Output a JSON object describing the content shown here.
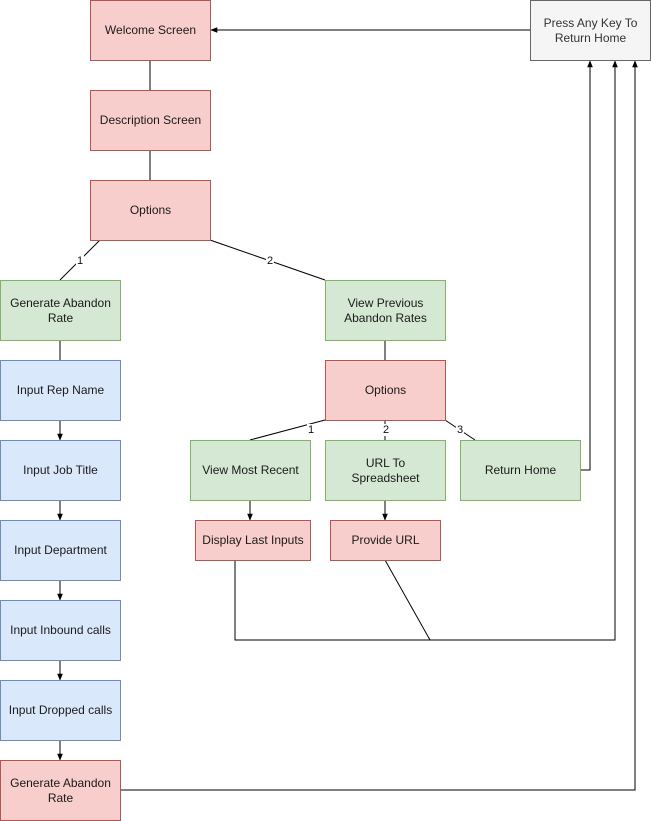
{
  "nodes": {
    "welcome": "Welcome Screen",
    "description": "Description Screen",
    "options_main": "Options",
    "generate_rate": "Generate Abandon Rate",
    "view_previous": "View Previous Abandon Rates",
    "input_rep": "Input Rep Name",
    "input_job": "Input Job Title",
    "input_dept": "Input Department",
    "input_inbound": "Input Inbound calls",
    "input_dropped": "Input Dropped calls",
    "generate_rate_final": "Generate Abandon Rate",
    "options_sub": "Options",
    "view_recent": "View Most Recent",
    "url_sheet": "URL To Spreadsheet",
    "return_home": "Return Home",
    "display_last": "Display Last Inputs",
    "provide_url": "Provide URL",
    "press_key": "Press Any Key To Return Home"
  },
  "edge_labels": {
    "opt1": "1",
    "opt2": "2",
    "sub1": "1",
    "sub2": "2",
    "sub3": "3"
  },
  "colors": {
    "red_fill": "#f8cecc",
    "red_stroke": "#b85450",
    "green_fill": "#d5e8d4",
    "green_stroke": "#82b366",
    "blue_fill": "#dae8fc",
    "blue_stroke": "#6c8ebf",
    "gray_fill": "#f5f5f5",
    "gray_stroke": "#666666",
    "line": "#000000"
  }
}
